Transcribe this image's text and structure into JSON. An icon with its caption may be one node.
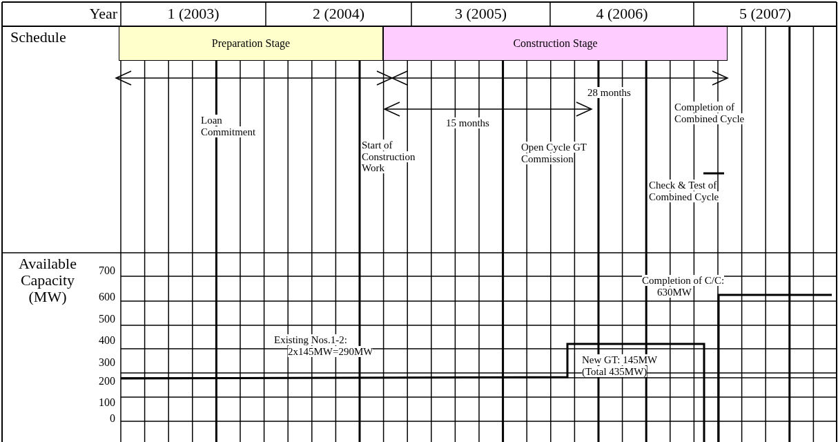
{
  "diagram": {
    "nodes": [
      {
        "text": [
          "Preparation Stage"
        ]
      },
      {
        "text": [
          "Construction Stage"
        ]
      }
    ],
    "labels": [
      "Year",
      "1 (2003)",
      "2 (2004)",
      "3 (2005)",
      "4 (2006)",
      "5 (2007)",
      "Schedule",
      "28 months",
      "Completion of Combined Cycle",
      "15 months",
      "Loan Commitment",
      "Start of Construction Work",
      "Open Cycle GT Commission",
      "Check & Test of Combined Cycle",
      "Available Capacity (MW)",
      "700",
      "Completion of C/C: 630MW",
      "600",
      "500",
      "400",
      "Existing Nos.1-2: 2x145MW=290MW",
      "300",
      "New GT: 145MW (Total 435MW)",
      "200",
      "100",
      "0"
    ]
  }
}
